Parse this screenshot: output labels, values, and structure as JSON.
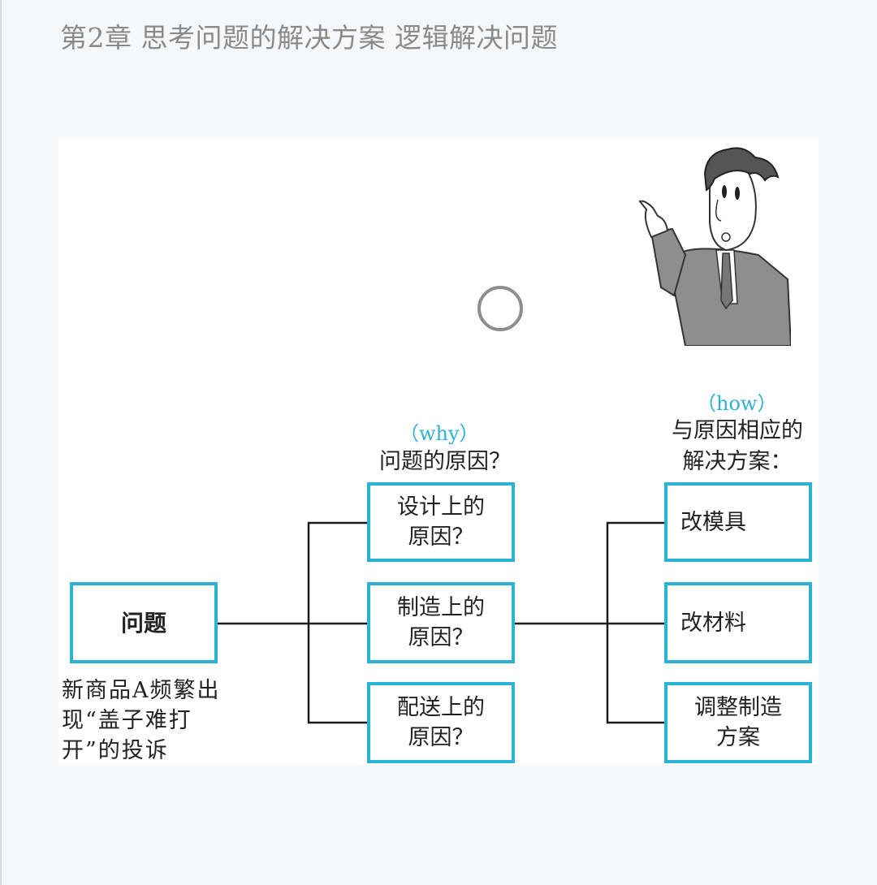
{
  "header": {
    "chapter_title": "第2章 思考问题的解决方案 逻辑解决问题"
  },
  "diagram": {
    "problem_label": "问题",
    "problem_caption": "新商品A频繁出现“盖子难打开”的投诉",
    "why_tag": "（why）",
    "why_heading": "问题的原因？",
    "causes": [
      "设计上的\n原因？",
      "制造上的\n原因？",
      "配送上的\n原因？"
    ],
    "how_tag": "（how）",
    "how_heading": "与原因相应的\n解决方案：",
    "solutions": [
      "改模具",
      "改材料",
      "调整制造\n方案"
    ]
  },
  "colors": {
    "box_border": "#2cb2d6",
    "tag_text": "#2cb2d6",
    "title_text": "#8a8a8a"
  },
  "icons": {
    "illustration": "pointing-businessman-icon",
    "mark": "circle-icon"
  }
}
